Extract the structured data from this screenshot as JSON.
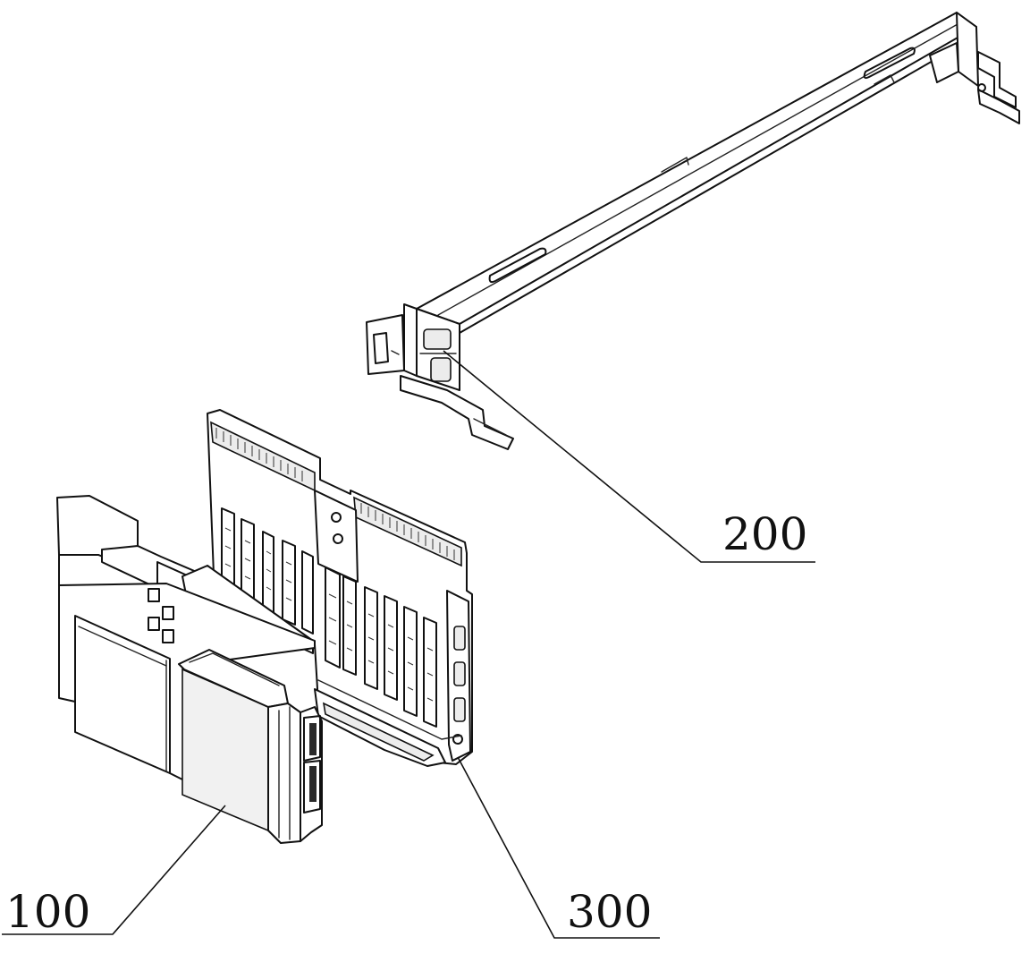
{
  "labels": {
    "part_100": "100",
    "part_200": "200",
    "part_300": "300"
  },
  "colors": {
    "line": "#111111",
    "background": "#ffffff"
  }
}
